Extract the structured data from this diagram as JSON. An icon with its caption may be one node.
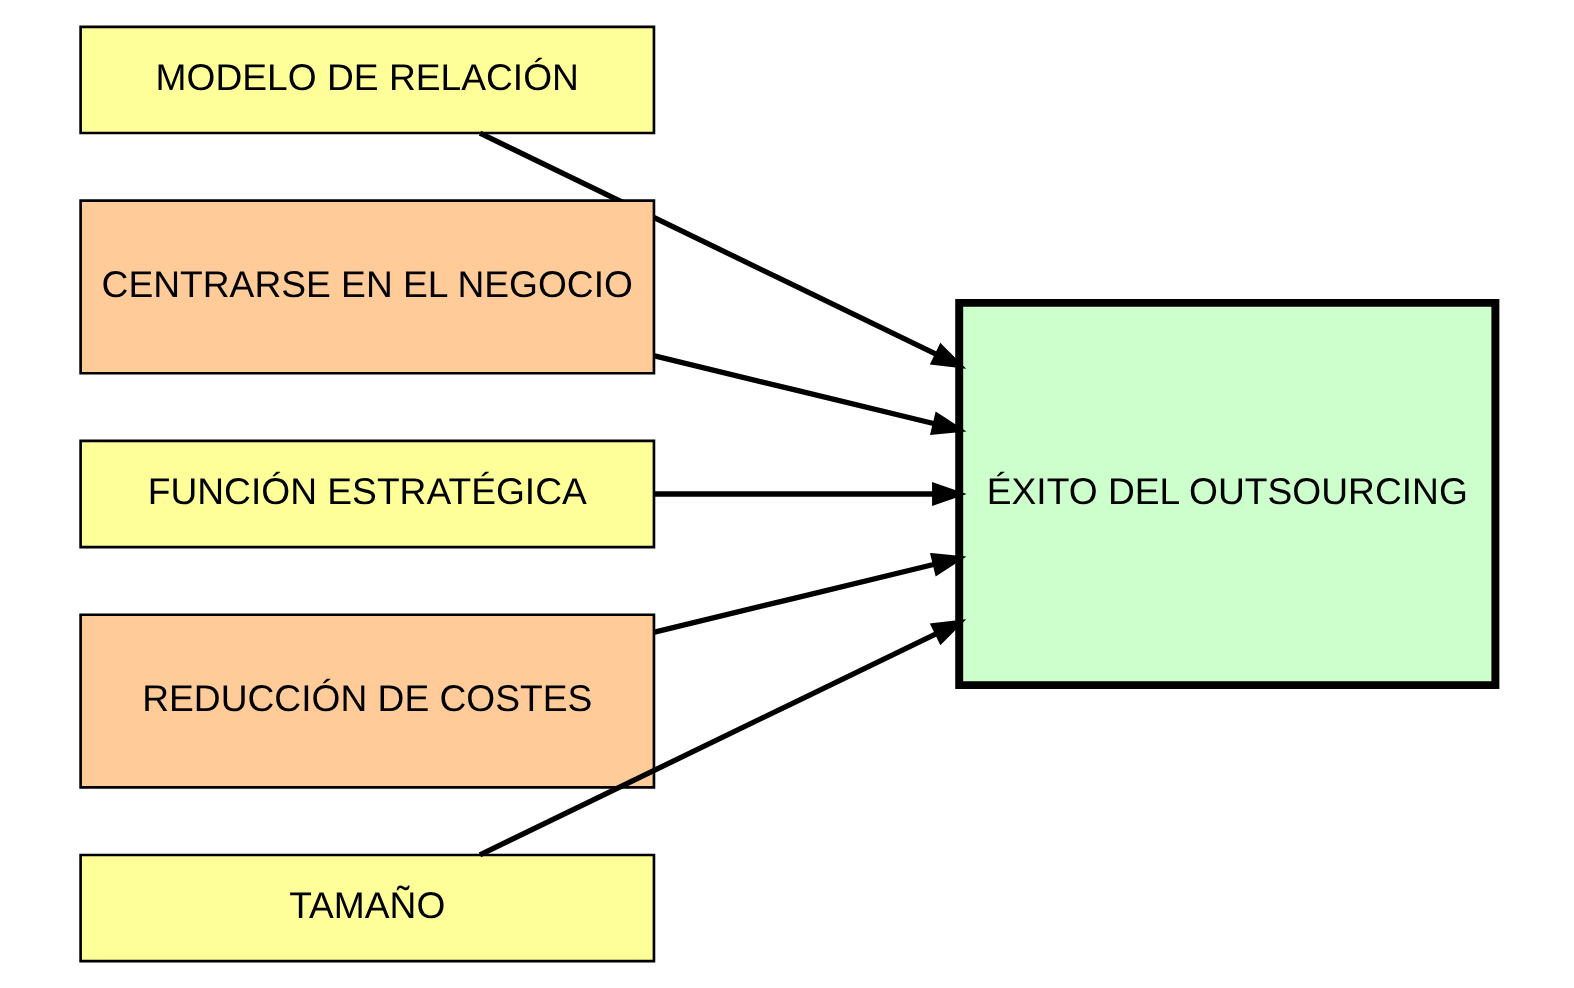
{
  "diagram": {
    "nodes": [
      {
        "text": [
          "MODELO DE RELACIÓN"
        ]
      },
      {
        "text": [
          "CENTRARSE EN EL NEGOCIO"
        ]
      },
      {
        "text": [
          "FUNCIÓN ESTRATÉGICA"
        ]
      },
      {
        "text": [
          "REDUCCIÓN DE COSTES"
        ]
      },
      {
        "text": [
          "TAMAÑO"
        ]
      },
      {
        "text": [
          "ÉXITO DEL OUTSOURCING"
        ]
      }
    ],
    "edges": [
      {
        "from": 0,
        "to": 5,
        "arrow": "to"
      },
      {
        "from": 1,
        "to": 5,
        "arrow": "to"
      },
      {
        "from": 2,
        "to": 5,
        "arrow": "to"
      },
      {
        "from": 3,
        "to": 5,
        "arrow": "to"
      },
      {
        "from": 4,
        "to": 5,
        "arrow": "to"
      }
    ]
  }
}
